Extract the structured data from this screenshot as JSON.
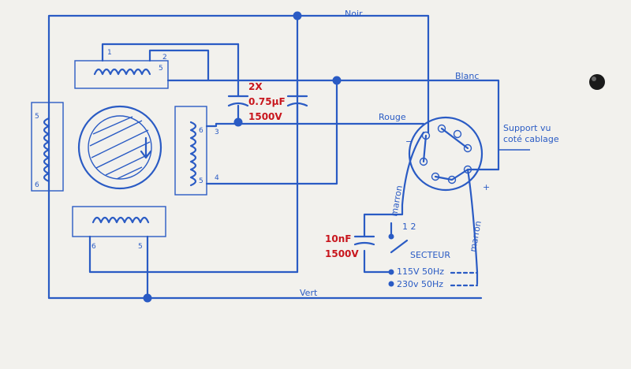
{
  "colors": {
    "background": "#f2f1ed",
    "ink": "#2a5bc4",
    "annotation": "#c8161d",
    "marker": "#1a1a1a"
  },
  "wire_labels": {
    "black": "Noir",
    "white": "Blanc",
    "red": "Rouge",
    "green": "Vert",
    "brown_left": "marron",
    "brown_right": "marron"
  },
  "coil_pins": {
    "top_1": "1",
    "top_2": "2",
    "top_5": "5",
    "left_5": "5",
    "left_6": "6",
    "right_3": "3",
    "right_4": "4",
    "right_5": "5",
    "right_6": "6",
    "bottom_6": "6",
    "bottom_5": "5"
  },
  "annotations": {
    "cap_main_line1": "2X",
    "cap_main_line2": "0.75µF",
    "cap_main_line3": "1500V",
    "cap_small_line1": "10nF",
    "cap_small_line2": "1500V"
  },
  "socket": {
    "label_line1": "Support vu",
    "label_line2": "coté cablage",
    "minus": "−",
    "plus": "+"
  },
  "switch": {
    "positions": "1 2",
    "label": "SECTEUR",
    "v115": "115V 50Hz",
    "v230": "230v 50Hz"
  }
}
